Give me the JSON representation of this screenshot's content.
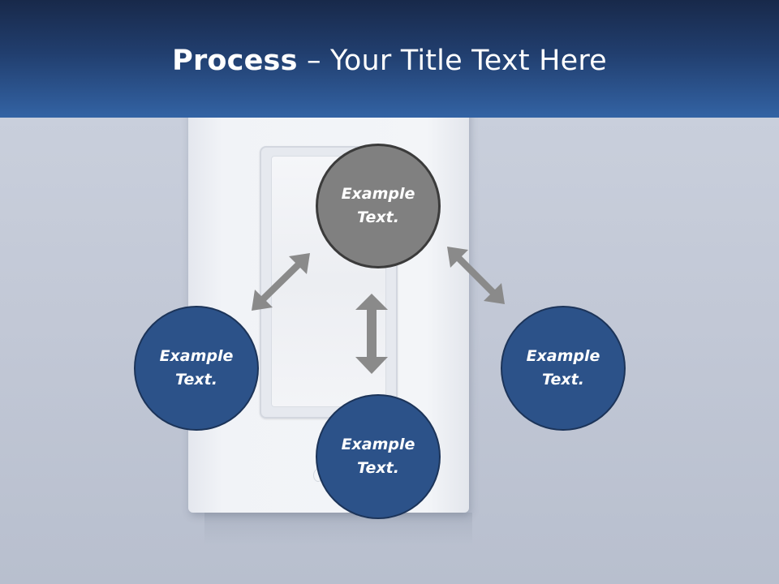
{
  "slide": {
    "title_bold": "Process",
    "title_rest": " – Your Title Text Here"
  },
  "diagram": {
    "nodes": [
      {
        "id": "top",
        "text": "Example Text.",
        "color": "#808080"
      },
      {
        "id": "left",
        "text": "Example Text.",
        "color": "#2c5289"
      },
      {
        "id": "right",
        "text": "Example Text.",
        "color": "#2c5289"
      },
      {
        "id": "bottom",
        "text": "Example Text.",
        "color": "#2c5289"
      }
    ],
    "connectors": [
      {
        "from": "top",
        "to": "left",
        "style": "double-arrow"
      },
      {
        "from": "top",
        "to": "right",
        "style": "double-arrow"
      },
      {
        "from": "top",
        "to": "bottom",
        "style": "double-arrow"
      }
    ],
    "arrow_color": "#8a8a8a"
  }
}
